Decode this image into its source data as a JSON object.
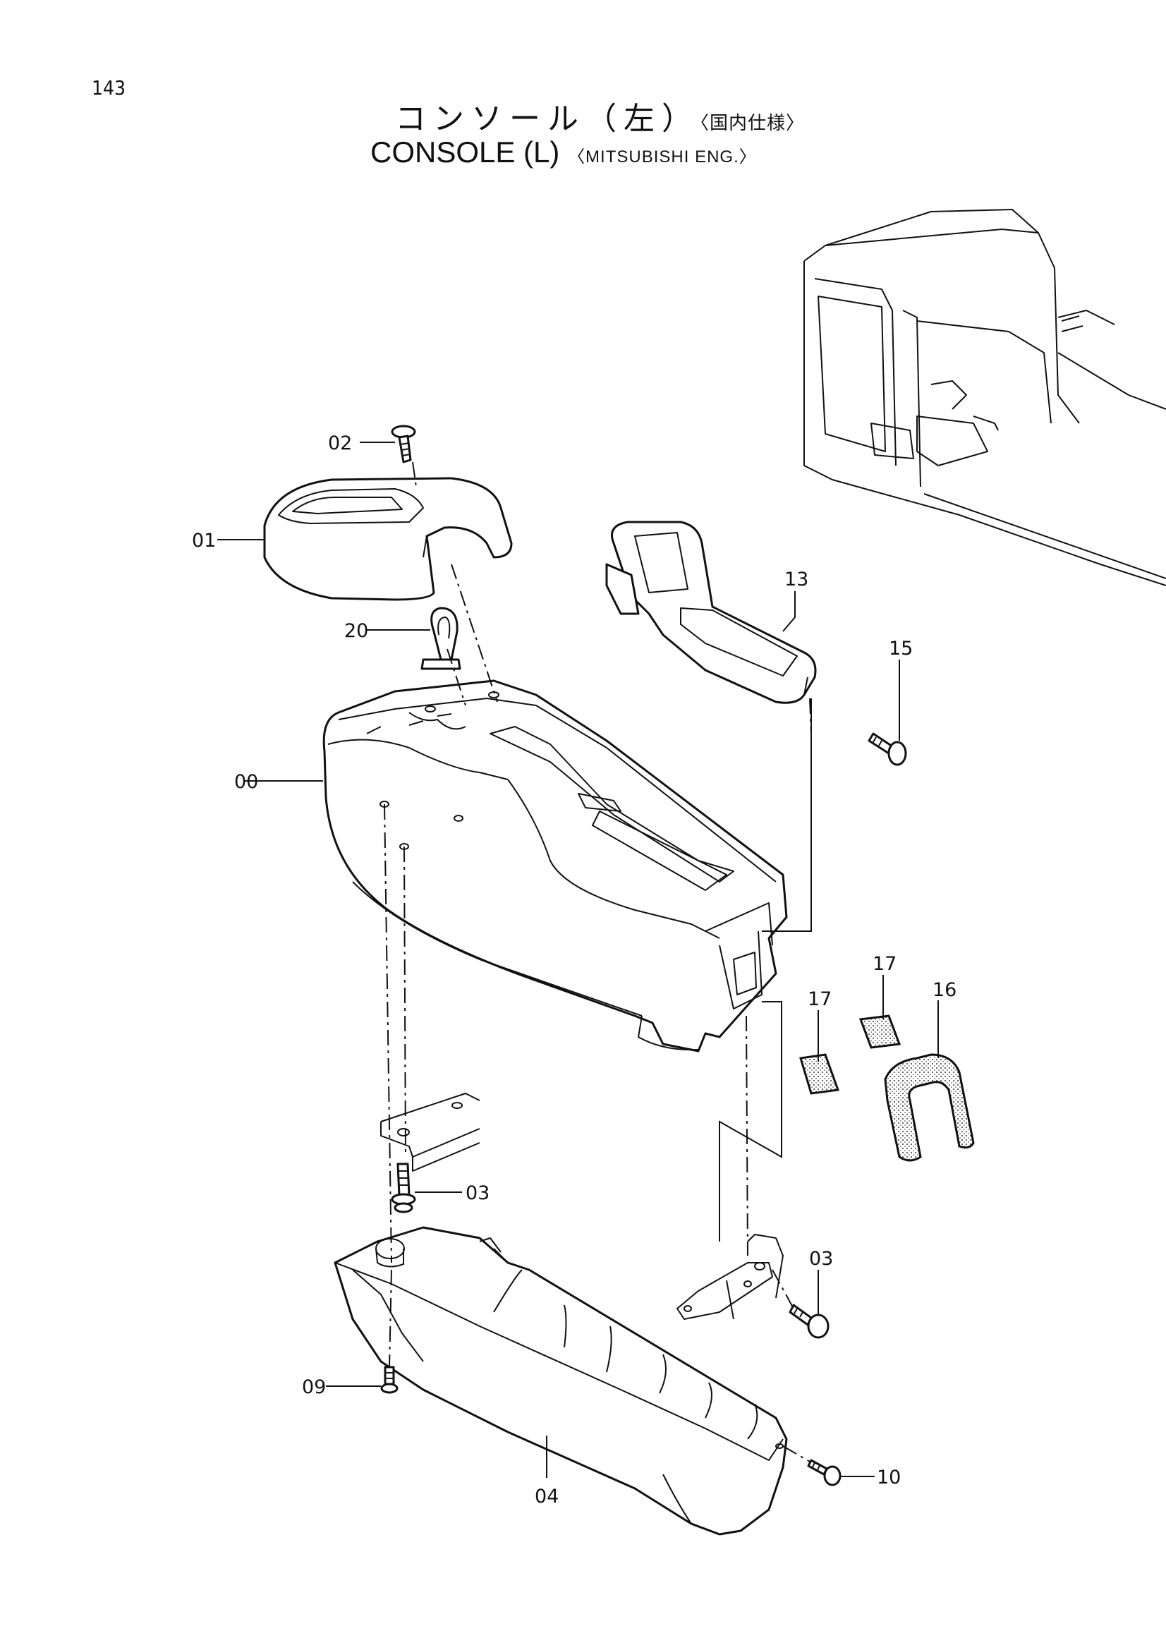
{
  "page_number": "143",
  "title_jp": "コンソール（左）",
  "title_jp_spec": "〈国内仕様〉",
  "title_en": "CONSOLE (L)",
  "title_en_spec": "〈MITSUBISHI ENG.〉",
  "callouts": {
    "c00": "00",
    "c01": "01",
    "c02": "02",
    "c03a": "03",
    "c03b": "03",
    "c04": "04",
    "c09": "09",
    "c10": "10",
    "c13": "13",
    "c15": "15",
    "c16": "16",
    "c17a": "17",
    "c17b": "17",
    "c20": "20"
  }
}
